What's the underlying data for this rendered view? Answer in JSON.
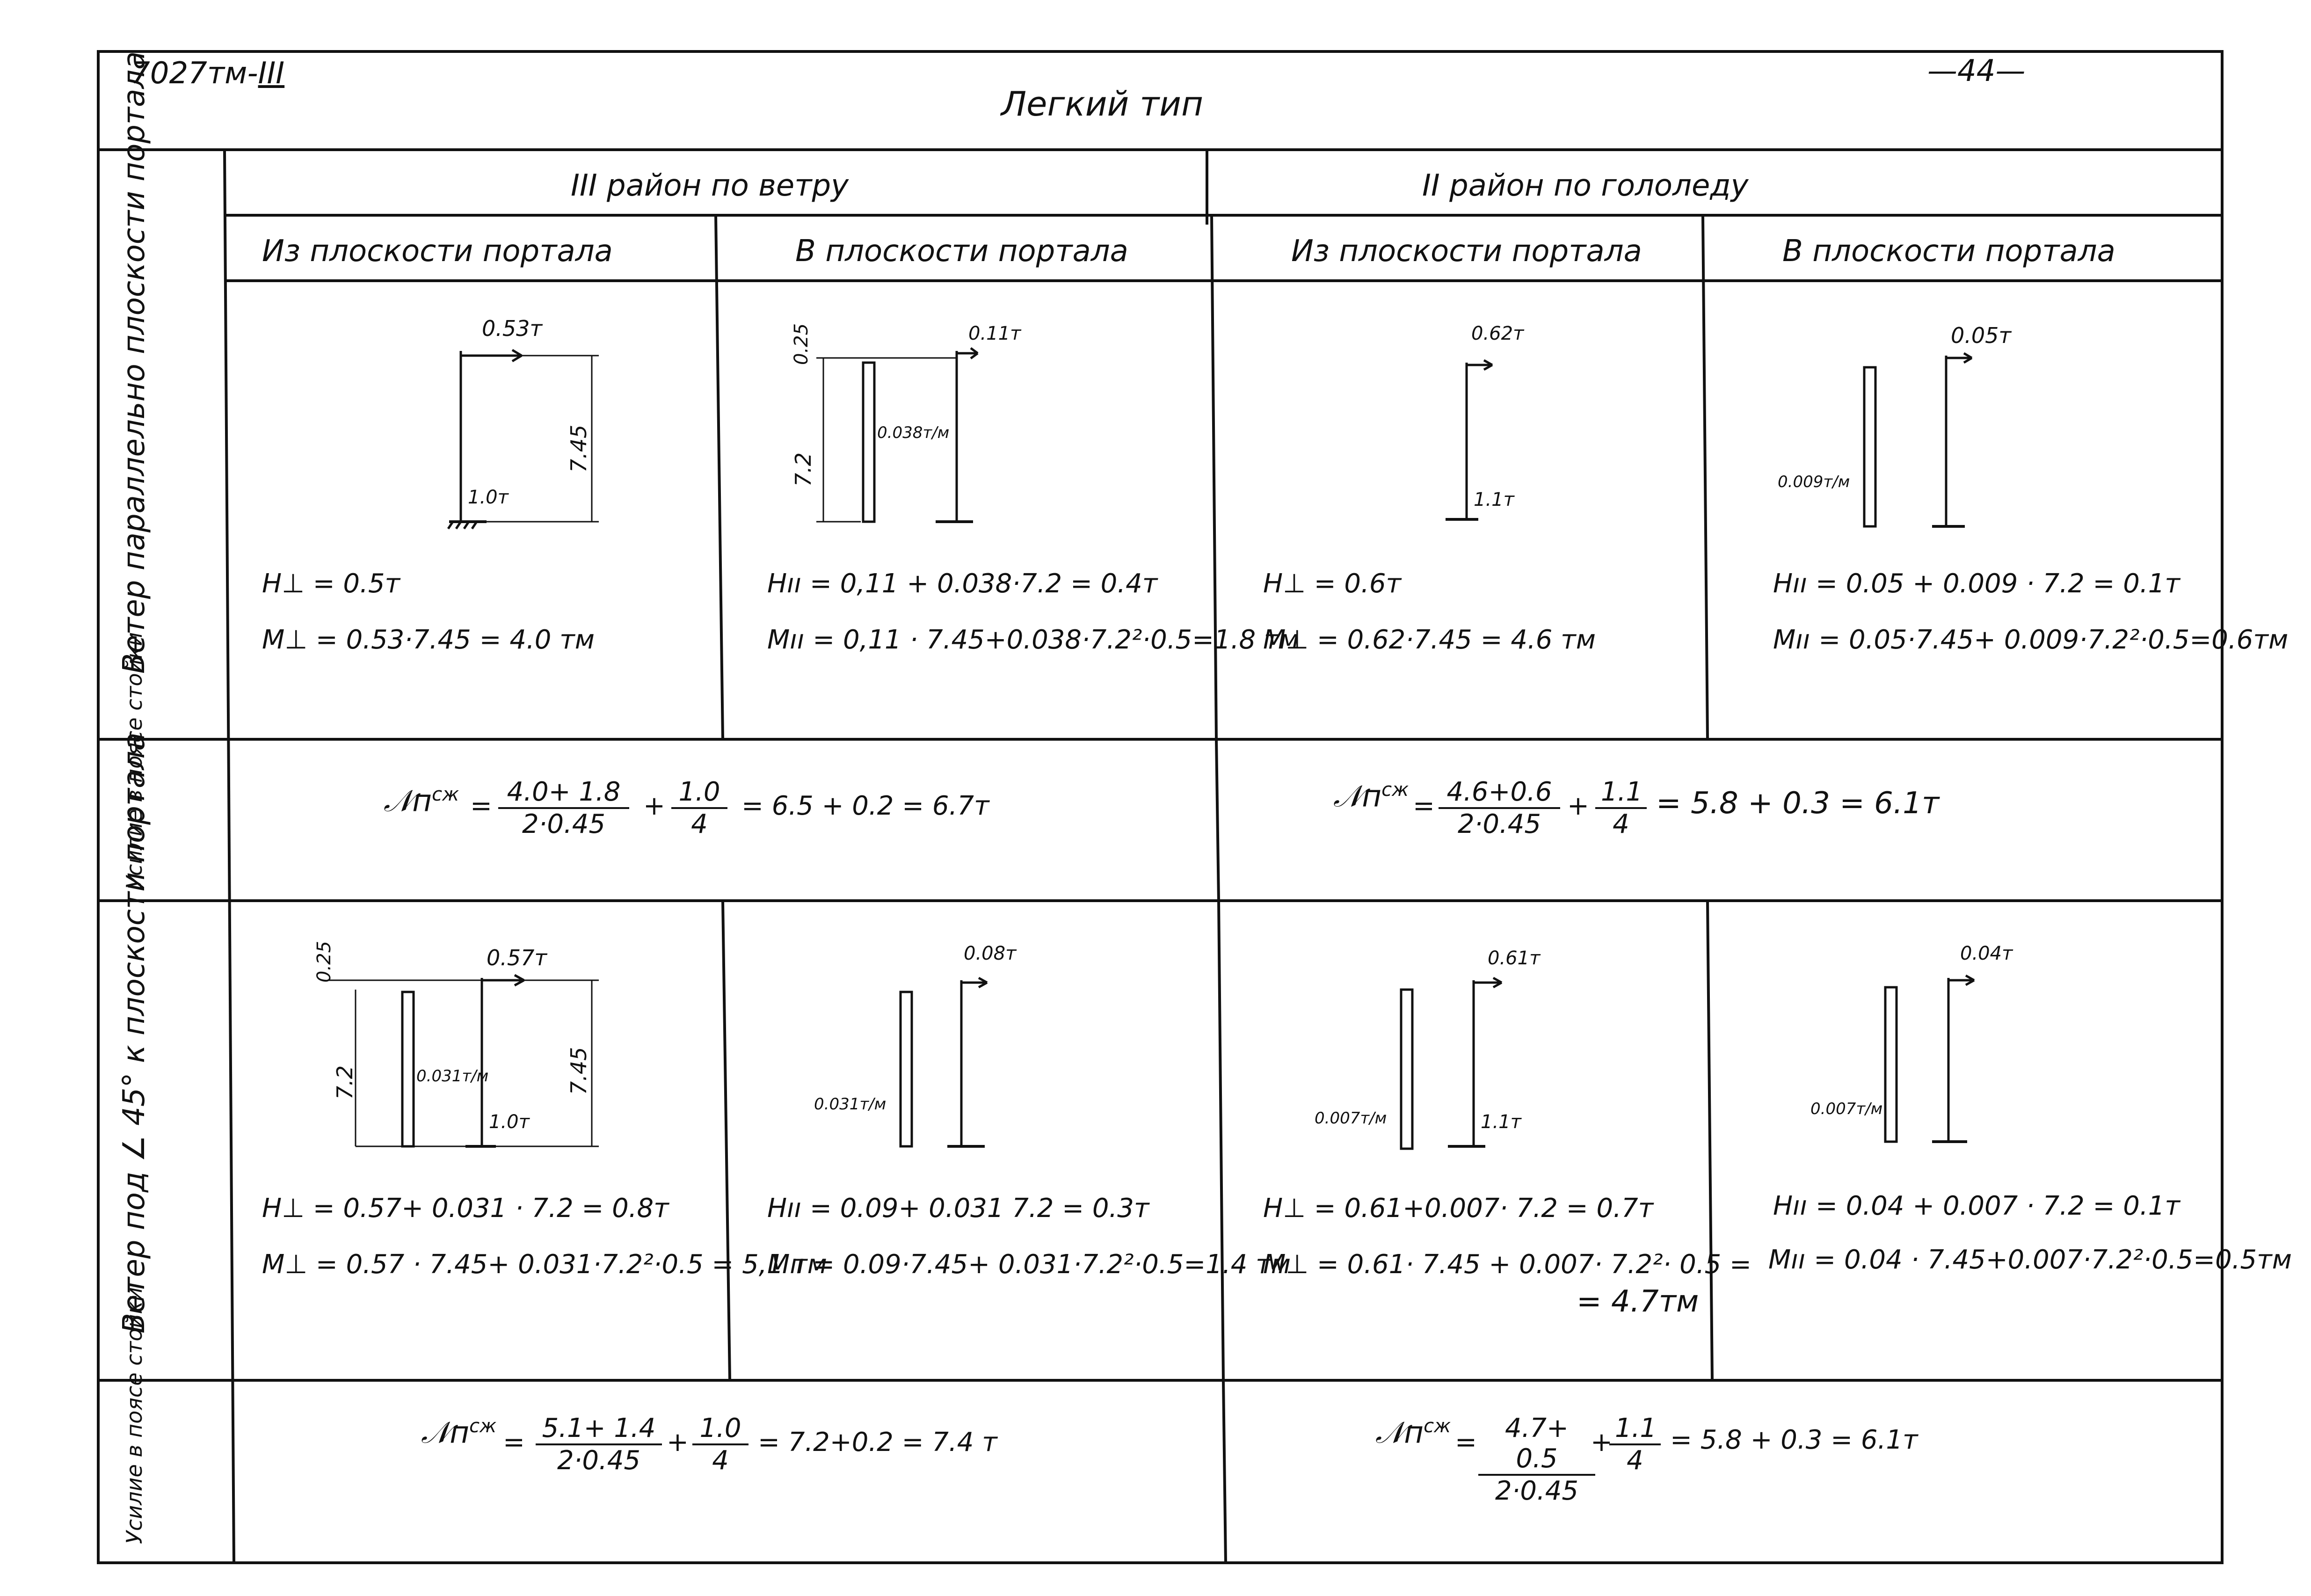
{
  "header": {
    "doc_code": "7027тм-",
    "doc_code_suffix": "III",
    "page_number": "—44—",
    "title": "Легкий тип"
  },
  "columns": {
    "group_wind": "III район по ветру",
    "group_ice": "II район по гололеду",
    "sub": [
      "Из плоскости портала",
      "В плоскости портала",
      "Из плоскости портала",
      "В плоскости портала"
    ]
  },
  "rows": {
    "row1": "Ветер параллельно плоскости портала",
    "row2": "Усилие в поясе стойки",
    "row3": "Ветер под ∠ 45° к плоскости портала",
    "row4": "Усилие в поясе стойки"
  },
  "cells": {
    "r1c1": {
      "load": "0.53т",
      "height": "7.45",
      "base": "1.0т",
      "h": "H⊥ = 0.5т",
      "m": "M⊥ = 0.53·7.45 = 4.0 тм"
    },
    "r1c2": {
      "load": "0.11т",
      "top": "0.25",
      "height": "7.2",
      "dist": "0.038т/м",
      "h": "Hıı = 0,11 + 0.038·7.2 = 0.4т",
      "m": "Mıı = 0,11 · 7.45+0.038·7.2²·0.5=1.8 тм"
    },
    "r1c3": {
      "load": "0.62т",
      "base": "1.1т",
      "h": "H⊥ = 0.6т",
      "m": "M⊥ = 0.62·7.45 = 4.6 тм"
    },
    "r1c4": {
      "load": "0.05т",
      "dist": "0.009т/м",
      "h": "Hıı = 0.05 + 0.009 · 7.2 = 0.1т",
      "m": "Mıı = 0.05·7.45+ 0.009·7.2²·0.5=0.6тм"
    },
    "r2left": {
      "lhs": "𝒩п",
      "sup": "сж",
      "eq": "=",
      "num1": "4.0+ 1.8",
      "den1": "2·0.45",
      "plus": "+",
      "num2": "1.0",
      "den2": "4",
      "rhs": "= 6.5 + 0.2 = 6.7т"
    },
    "r2right": {
      "lhs": "𝒩п",
      "sup": "сж",
      "eq": "=",
      "num1": "4.6+0.6",
      "den1": "2·0.45",
      "plus": "+",
      "num2": "1.1",
      "den2": "4",
      "rhs": "= 5.8 + 0.3 = 6.1т"
    },
    "r3c1": {
      "load": "0.57т",
      "top": "0.25",
      "height_left": "7.2",
      "dist": "0.031т/м",
      "base": "1.0т",
      "height_right": "7.45",
      "h": "H⊥ = 0.57+ 0.031 · 7.2 = 0.8т",
      "m": "M⊥ = 0.57 · 7.45+ 0.031·7.2²·0.5 = 5,1 тм"
    },
    "r3c2": {
      "load": "0.08т",
      "dist": "0.031т/м",
      "h": "Hıı = 0.09+ 0.031 7.2 = 0.3т",
      "m": "Mıı = 0.09·7.45+ 0.031·7.2²·0.5=1.4 тм"
    },
    "r3c3": {
      "load": "0.61т",
      "dist": "0.007т/м",
      "base": "1.1т",
      "h": "H⊥ = 0.61+0.007· 7.2 = 0.7т",
      "m": "M⊥ = 0.61· 7.45 + 0.007· 7.2²· 0.5 =",
      "m2": "= 4.7тм"
    },
    "r3c4": {
      "load": "0.04т",
      "dist": "0.007т/м",
      "h": "Hıı = 0.04 + 0.007 · 7.2 = 0.1т",
      "m": "Mıı = 0.04 · 7.45+0.007·7.2²·0.5=0.5тм"
    },
    "r4left": {
      "lhs": "𝒩п",
      "sup": "сж",
      "eq": "=",
      "num1": "5.1+ 1.4",
      "den1": "2·0.45",
      "plus": "+",
      "num2": "1.0",
      "den2": "4",
      "rhs": "= 7.2+0.2 = 7.4 т"
    },
    "r4right": {
      "lhs": "𝒩п",
      "sup": "сж",
      "eq": "=",
      "num1": "4.7+ 0.5",
      "den1": "2·0.45",
      "plus": "+",
      "num2": "1.1",
      "den2": "4",
      "rhs": "= 5.8 + 0.3 = 6.1т"
    }
  }
}
